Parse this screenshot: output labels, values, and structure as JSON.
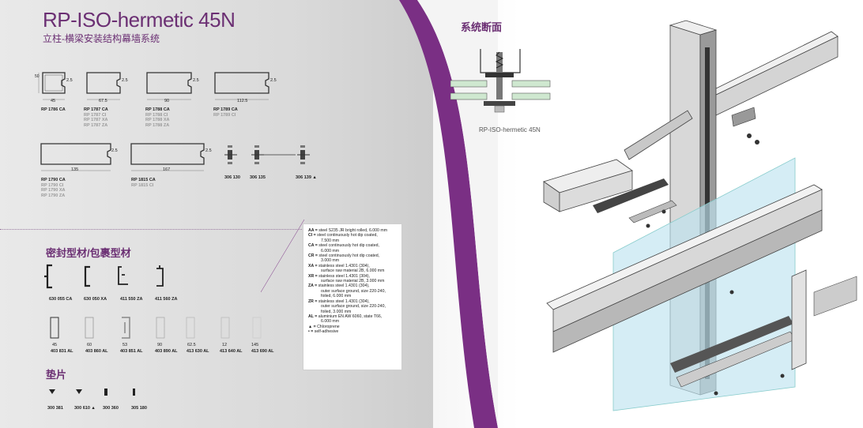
{
  "title": "RP-ISO-hermetic 45N",
  "subtitle": "立柱-横梁安装结构幕墙系统",
  "profiles": [
    {
      "main": "RP 1786 CA",
      "dim": "45",
      "side": "2.5",
      "variants": []
    },
    {
      "main": "RP 1787 CA",
      "dim": "67.5",
      "side": "2.5",
      "variants": [
        "RP 1787 CI",
        "RP 1787 XA",
        "RP 1787 ZA"
      ]
    },
    {
      "main": "RP 1788 CA",
      "dim": "90",
      "side": "2.5",
      "variants": [
        "RP 1788 CI",
        "RP 1788 XA",
        "RP 1788 ZA"
      ]
    },
    {
      "main": "RP 1789 CA",
      "dim": "112.5",
      "side": "2.5",
      "variants": [
        "RP 1789 CI"
      ]
    },
    {
      "main": "RP 1790 CA",
      "dim": "135",
      "side": "2.5",
      "variants": [
        "RP 1790 CI",
        "RP 1790 XA",
        "RP 1790 ZA"
      ]
    },
    {
      "main": "RP 1815 CA",
      "dim": "167",
      "side": "2.5",
      "variants": [
        "RP 1815 CI"
      ]
    }
  ],
  "height_label": "50",
  "connectors": [
    "306 130",
    "306 135",
    "306 139 ▲"
  ],
  "seal_title": "密封型材/包裹型材",
  "seals_row1": [
    "630 055 CA",
    "630 050 XA",
    "411 550 ZA",
    "411 560 ZA"
  ],
  "seals_row2": [
    "403 831 AL",
    "403 860 AL",
    "403 851 AL",
    "403 890 AL",
    "413 630 AL",
    "413 640 AL",
    "413 690 AL"
  ],
  "seals_row2_dims": [
    "45",
    "60",
    "53",
    "90",
    "62.5",
    "12",
    "145"
  ],
  "pad_title": "垫片",
  "pads": [
    "300 381",
    "300 610 ▲",
    "300 360",
    "305 180"
  ],
  "legend": [
    {
      "code": "AA =",
      "lines": [
        "steel S235 JR bright rolled, 6.000 mm"
      ]
    },
    {
      "code": "CI =",
      "lines": [
        "steel continuously hot dip coated,",
        "7.500 mm"
      ]
    },
    {
      "code": "CA =",
      "lines": [
        "steel continuously hot dip coated,",
        "6.000 mm"
      ]
    },
    {
      "code": "CR =",
      "lines": [
        "steel continuously hot dip coated,",
        "3.000 mm"
      ]
    },
    {
      "code": "XA =",
      "lines": [
        "stainless steel 1.4301 (304),",
        "surface raw material 2B, 6.000 mm"
      ]
    },
    {
      "code": "XR =",
      "lines": [
        "stainless steel 1.4301 (304),",
        "surface raw material 2B, 3.000 mm"
      ]
    },
    {
      "code": "ZA =",
      "lines": [
        "stainless steel 1.4301 (304),",
        "outer surface ground, size 220-240,",
        "foiled, 6.000 mm"
      ]
    },
    {
      "code": "ZR =",
      "lines": [
        "stainless steel 1.4301 (304),",
        "outer surface ground, size 220-240,",
        "foiled, 3.000 mm"
      ]
    },
    {
      "code": "AL =",
      "lines": [
        "aluminium EN AW 6060, state T66,",
        "6.000 mm"
      ]
    },
    {
      "code": "▲ =",
      "lines": [
        "Chloroprene"
      ]
    },
    {
      "code": "• =",
      "lines": [
        "self-adhesive"
      ]
    }
  ],
  "section_title": "系统断面",
  "section_caption": "RP-ISO-hermetic 45N",
  "colors": {
    "accent": "#6b2f73",
    "purple_band": "#7a2f84",
    "glass": "#bfe3ef"
  }
}
